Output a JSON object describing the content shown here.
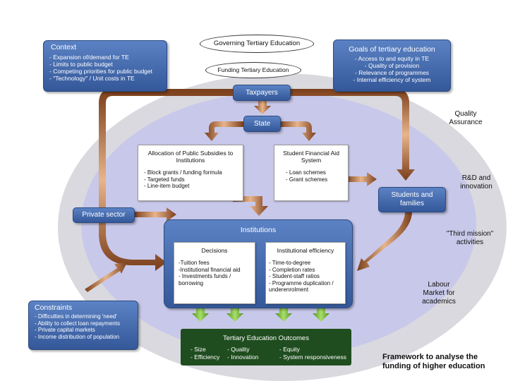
{
  "governing": "Governing Tertiary Education",
  "funding": "Funding Tertiary Education",
  "taxpayers": "Taxpayers",
  "state": "State",
  "context": {
    "title": "Context",
    "lines": [
      "- Expansion of/demand for TE",
      "- Limits to public budget",
      "- Competing priorities for public budget",
      "- \"Technology\" / Unit costs in TE"
    ]
  },
  "goals": {
    "title": "Goals of tertiary education",
    "lines": [
      "- Access to and equity in TE",
      "- Quality of provision",
      "- Relevance of programmes",
      "- Internal efficiency of system"
    ]
  },
  "quality_assurance": "Quality Assurance",
  "allocation": {
    "title": "Allocation of Public Subsidies to Institutions",
    "lines": [
      "- Block grants / funding formula",
      "- Targeted funds",
      "- Line-item budget"
    ]
  },
  "student_aid": {
    "title": "Student Financial Aid System",
    "lines": [
      "- Loan schemes",
      "- Grant schemes"
    ]
  },
  "students_families": "Students and families",
  "rd_innovation": "R&D and innovation",
  "private_sector": "Private sector",
  "institutions": {
    "title": "Institutions",
    "decisions_title": "Decisions",
    "decisions_lines": [
      "-Tuition fees",
      "-Institutional financial aid",
      "- Investments funds /",
      "borrowing"
    ],
    "efficiency_title": "Institutional efficiency",
    "efficiency_lines": [
      "- Time-to-degree",
      "- Completion rates",
      "- Student-staff ratios",
      "- Programme duplication /",
      "underenrolment"
    ]
  },
  "third_mission": "\"Third mission\" activities",
  "labour_market": "Labour Market for academics",
  "constraints": {
    "title": "Constraints",
    "lines": [
      "- Difficulties in determining 'need'",
      "- Ability to collect loan repayments",
      "- Private capital markets",
      "- Income distribution of population"
    ]
  },
  "outcomes": {
    "title": "Tertiary Education Outcomes",
    "col1": [
      "- Size",
      "- Efficiency"
    ],
    "col2": [
      "- Quality",
      "- Innovation"
    ],
    "col3": [
      "- Equity",
      "- System responsiveness"
    ]
  },
  "caption": "Framework to analyse the funding of higher education",
  "colors": {
    "outer_ellipse": "#d9d9df",
    "inner_ellipse": "#c8c8ea",
    "blue": "#3f63a8",
    "arrow_copper": "#b26a3c",
    "outcomes_green": "#1f4d1f",
    "small_arrow_green": "#7bbf3a"
  }
}
